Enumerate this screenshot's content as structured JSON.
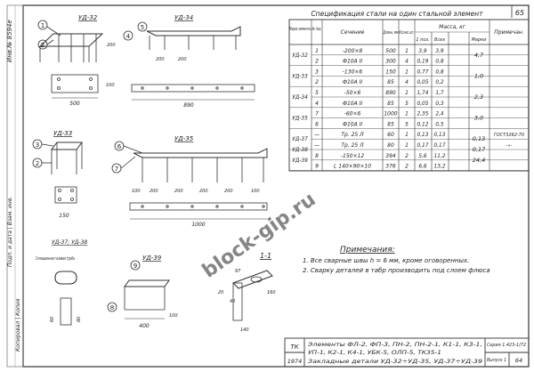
{
  "page_number": "65",
  "spec_title": "Спецификация стали на один стальной элемент",
  "headers": {
    "mark": "Марка элемента",
    "pos": "№ поз.",
    "section": "Сечение",
    "length": "Длина, мм",
    "qty": "Кол-во шт.",
    "mass": "Масса, кг",
    "mass_1": "1 поз.",
    "mass_all": "Всех",
    "mass_mark": "Марки",
    "note": "Примечан."
  },
  "spec_rows": [
    {
      "mark": "УД-32",
      "pos": "1",
      "section": "-200×8",
      "length": "500",
      "qty": "1",
      "m1": "3,9",
      "mall": "3,9",
      "mmark": "4,7",
      "note": ""
    },
    {
      "mark": "",
      "pos": "2",
      "section": "Ф10А II",
      "length": "300",
      "qty": "4",
      "m1": "0,19",
      "mall": "0,8",
      "mmark": "",
      "note": ""
    },
    {
      "mark": "УД-33",
      "pos": "3",
      "section": "-130×6",
      "length": "150",
      "qty": "1",
      "m1": "0,77",
      "mall": "0,8",
      "mmark": "1,0",
      "note": ""
    },
    {
      "mark": "",
      "pos": "2",
      "section": "Ф10А II",
      "length": "85",
      "qty": "4",
      "m1": "0,05",
      "mall": "0,2",
      "mmark": "",
      "note": ""
    },
    {
      "mark": "УД-34",
      "pos": "5",
      "section": "-50×6",
      "length": "890",
      "qty": "1",
      "m1": "1,74",
      "mall": "1,7",
      "mmark": "2,3",
      "note": ""
    },
    {
      "mark": "",
      "pos": "4",
      "section": "Ф10А II",
      "length": "85",
      "qty": "5",
      "m1": "0,05",
      "mall": "0,3",
      "mmark": "",
      "note": ""
    },
    {
      "mark": "УД-35",
      "pos": "7",
      "section": "-60×6",
      "length": "1000",
      "qty": "1",
      "m1": "2,35",
      "mall": "2,4",
      "mmark": "3,0",
      "note": ""
    },
    {
      "mark": "",
      "pos": "6",
      "section": "Ф10А II",
      "length": "85",
      "qty": "5",
      "m1": "0,12",
      "mall": "0,5",
      "mmark": "",
      "note": ""
    },
    {
      "mark": "УД-37",
      "pos": "—",
      "section": "Тр. 25 Л",
      "length": "60",
      "qty": "1",
      "m1": "0,13",
      "mall": "0,13",
      "mmark": "0,13",
      "note": "ГОСТ3262-70"
    },
    {
      "mark": "УД-38",
      "pos": "—",
      "section": "Тр. 25 Л",
      "length": "80",
      "qty": "1",
      "m1": "0,17",
      "mall": "0,17",
      "mmark": "0,17",
      "note": "-«-"
    },
    {
      "mark": "УД-39",
      "pos": "8",
      "section": "-150×12",
      "length": "394",
      "qty": "2",
      "m1": "5,6",
      "mall": "11,2",
      "mmark": "24,4",
      "note": ""
    },
    {
      "mark": "",
      "pos": "9",
      "section": "L 140×90×10",
      "length": "376",
      "qty": "2",
      "m1": "6,6",
      "mall": "13,2",
      "mmark": "",
      "note": ""
    }
  ],
  "notes": {
    "title": "Примечания:",
    "items": [
      "1. Все сварные швы h = 6 мм, кроме оговоренных.",
      "2. Сварку деталей в табр производить под слоем флюса"
    ]
  },
  "drawings": {
    "ud32": {
      "label": "УД-32",
      "d1": "100",
      "d2": "200",
      "d3": "500"
    },
    "ud34": {
      "label": "УД-34",
      "d1": "200",
      "d2": "200",
      "d3": "890"
    },
    "ud33": {
      "label": "УД-33",
      "d1": "150"
    },
    "ud35": {
      "label": "УД-35",
      "d1": "100",
      "d2": "200",
      "d3": "200",
      "d4": "200",
      "d5": "200",
      "d6": "100",
      "d7": "1000"
    },
    "ud3738": {
      "label": "УД-37; УД-38",
      "sub": "Сплющенная газовая труба",
      "d1": "60",
      "d2": "80"
    },
    "ud39": {
      "label": "УД-39",
      "d1": "400",
      "d2": "100"
    },
    "section": {
      "label": "1-1",
      "d1": "20",
      "d2": "97",
      "d3": "40",
      "d4": "140",
      "d5": "160"
    }
  },
  "watermark": "block-gip.ru",
  "title_block": {
    "tk": "ТК",
    "year": "1974",
    "line1": "Элементы ФЛ-2, ФП-3, ПН-2, ПН-2-1, К1-1, К3-1,",
    "line2": "УП-1, К2-1, К4-1, УБК-5, ОЛП-5, ТК35-1",
    "line3": "Закладные детали УД-32÷УД-35, УД-37÷УД-39",
    "series": "Серия 1.423-1/72",
    "issue": "Выпуск 1",
    "sheet": "64"
  },
  "margin": {
    "top": "Инв.№ 8594е",
    "mid": "Подп. и дата | Взам. инв.",
    "bottom": "Копировал | Копия"
  }
}
